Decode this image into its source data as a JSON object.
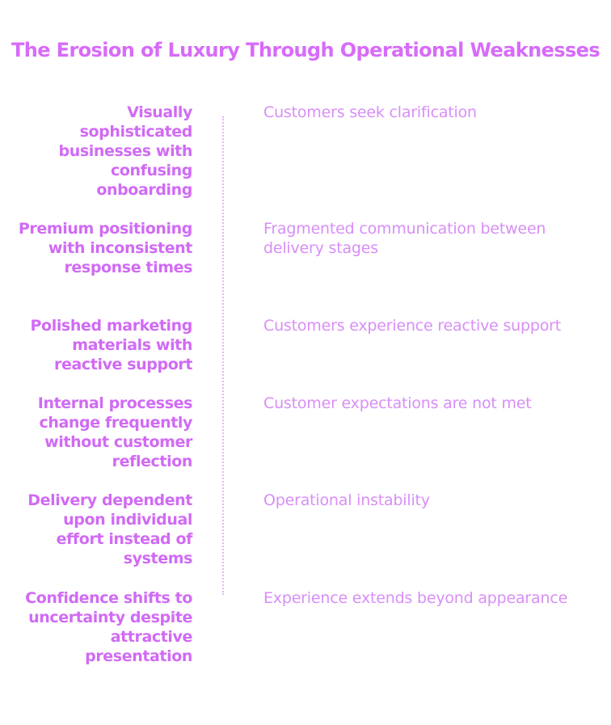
{
  "title": "The Erosion of Luxury Through Operational Weaknesses",
  "rows": [
    {
      "cause": "Visually sophisticated businesses with confusing onboarding",
      "effect": "Customers seek clarification"
    },
    {
      "cause": "Premium positioning with inconsistent response times",
      "effect": "Fragmented communication between delivery stages"
    },
    {
      "cause": "Polished marketing materials with reactive support",
      "effect": "Customers experience reactive support"
    },
    {
      "cause": "Internal processes change frequently without customer reflection",
      "effect": "Customer expectations are not met"
    },
    {
      "cause": "Delivery dependent upon individual effort instead of systems",
      "effect": "Operational instability"
    },
    {
      "cause": "Confidence shifts to uncertainty despite attractive presentation",
      "effect": "Experience extends beyond appearance"
    }
  ],
  "colors": {
    "title": "#d76bfa",
    "cause": "#d16af5",
    "effect": "#d88ef7",
    "divider": "#e4b6f2"
  }
}
